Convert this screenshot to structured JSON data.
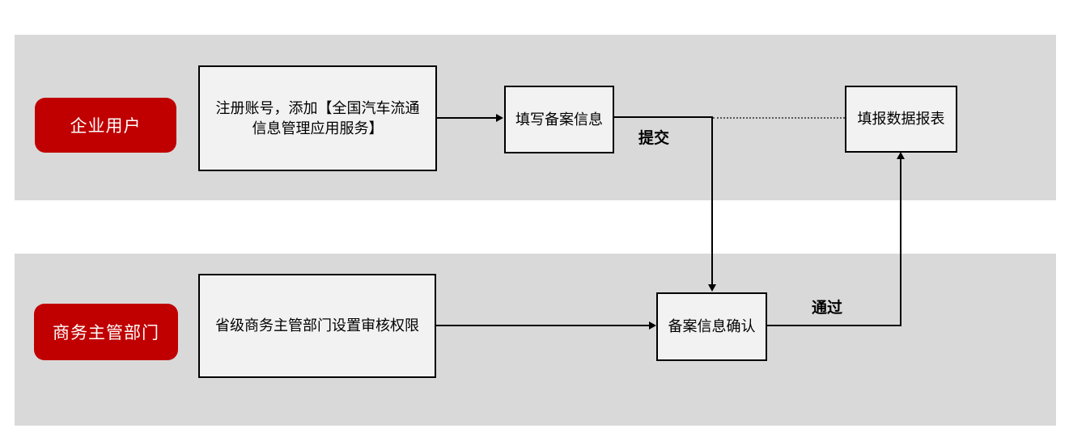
{
  "diagram": {
    "type": "flowchart",
    "lanes": [
      {
        "id": "enterprise-user",
        "label": "企业用户"
      },
      {
        "id": "commerce-department",
        "label": "商务主管部门"
      }
    ],
    "nodes": [
      {
        "id": "register",
        "lane": "enterprise-user",
        "lines": [
          "注册账号，添加【全国汽车流通",
          "信息管理应用服务】"
        ]
      },
      {
        "id": "fill-filing",
        "lane": "enterprise-user",
        "label": "填写备案信息"
      },
      {
        "id": "report",
        "lane": "enterprise-user",
        "label": "填报数据报表"
      },
      {
        "id": "set-authority",
        "lane": "commerce-department",
        "label": "省级商务主管部门设置审核权限"
      },
      {
        "id": "confirm",
        "lane": "commerce-department",
        "label": "备案信息确认"
      }
    ],
    "edges": [
      {
        "from": "register",
        "to": "fill-filing",
        "style": "solid-arrow",
        "label": ""
      },
      {
        "from": "fill-filing",
        "to": "confirm",
        "style": "solid-arrow-elbow",
        "label": "提交"
      },
      {
        "from": "fill-filing",
        "to": "report",
        "style": "dotted",
        "label": ""
      },
      {
        "from": "set-authority",
        "to": "confirm",
        "style": "solid-arrow",
        "label": ""
      },
      {
        "from": "confirm",
        "to": "report",
        "style": "solid-arrow-elbow",
        "label": "通过"
      }
    ],
    "edge_labels": {
      "submit": "提交",
      "pass": "通过"
    },
    "colors": {
      "lane_background": "#d9d9d9",
      "node_background": "#f2f2f2",
      "node_border": "#000000",
      "lane_label_background": "#c00000",
      "lane_label_text": "#ffffff",
      "connector": "#000000",
      "dotted_connector": "#595959"
    }
  }
}
